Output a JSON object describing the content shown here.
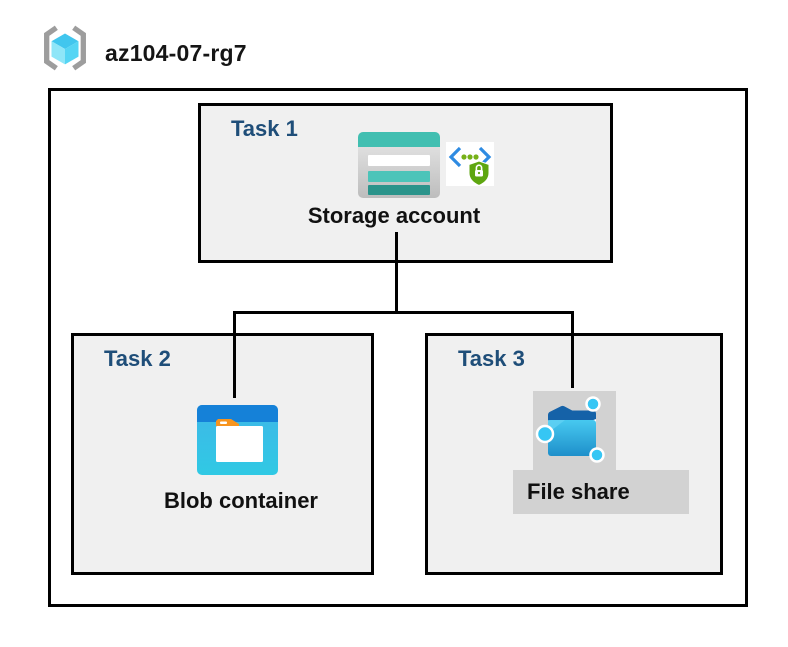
{
  "header": {
    "title": "az104-07-rg7",
    "icon": "resource-group-icon"
  },
  "diagram": {
    "tasks": [
      {
        "label": "Task 1",
        "node": "Storage account",
        "icons": [
          "storage-account-icon",
          "shared-access-signature-icon"
        ]
      },
      {
        "label": "Task 2",
        "node": "Blob container",
        "icons": [
          "blob-container-icon"
        ]
      },
      {
        "label": "Task 3",
        "node": "File share",
        "icons": [
          "file-share-icon"
        ]
      }
    ],
    "connections": [
      {
        "from": "Storage account",
        "to": "Blob container"
      },
      {
        "from": "Storage account",
        "to": "File share"
      }
    ]
  },
  "colors": {
    "task_label": "#1F4E79",
    "node_label": "#111111",
    "task_box_bg": "#F0F0F0",
    "selection_bg": "#D2D2D2",
    "connector": "#000000",
    "storage_teal": "#41BFB1",
    "storage_teal_dark": "#2B948B",
    "blob_title_blue": "#1581D8",
    "blob_body_cyan": "#3FB7E8",
    "folder_tab_orange": "#F7941E",
    "fileshare_blue": "#1E8FCA",
    "fileshare_node_cyan": "#36C6F4",
    "sas_bracket_blue": "#2E8BE2",
    "sas_green": "#5EA610",
    "rg_bracket_gray": "#9D9D9D",
    "rg_cube_cyan": "#41C6EE"
  }
}
